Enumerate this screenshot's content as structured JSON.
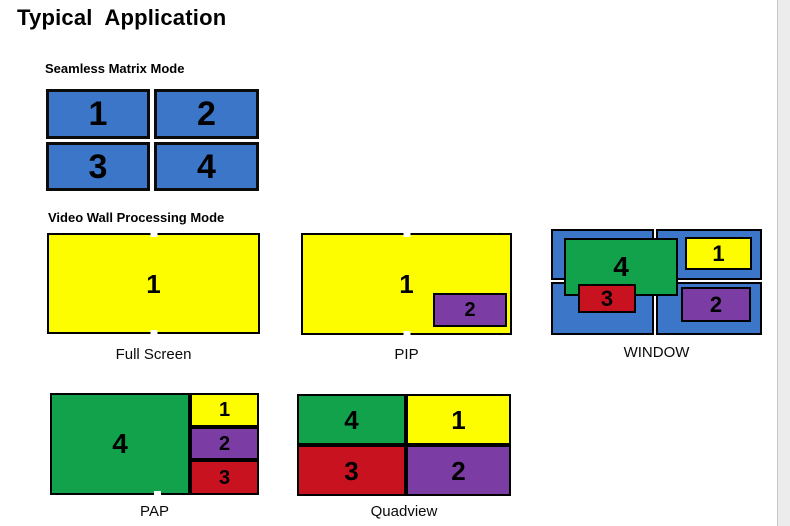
{
  "title": "Typical  Application",
  "colors": {
    "blue": "#3b76c9",
    "yellow": "#fdfd00",
    "green": "#12a24b",
    "red": "#c9121f",
    "purple": "#7b3ca4",
    "border": "#000000",
    "page_edge_strip": "#ececec"
  },
  "matrix": {
    "heading": "Seamless Matrix Mode",
    "cells": [
      "1",
      "2",
      "3",
      "4"
    ]
  },
  "videowall": {
    "heading": "Video Wall Processing Mode"
  },
  "modes": {
    "full_screen": {
      "caption": "Full Screen",
      "main": "1"
    },
    "pip": {
      "caption": "PIP",
      "main": "1",
      "inset": "2"
    },
    "window": {
      "caption": "WINDOW",
      "win4": "4",
      "win1": "1",
      "win3": "3",
      "win2": "2"
    },
    "pap": {
      "caption": "PAP",
      "main": "4",
      "right": [
        "1",
        "2",
        "3"
      ]
    },
    "quadview": {
      "caption": "Quadview",
      "tl": "4",
      "tr": "1",
      "bl": "3",
      "br": "2"
    }
  }
}
